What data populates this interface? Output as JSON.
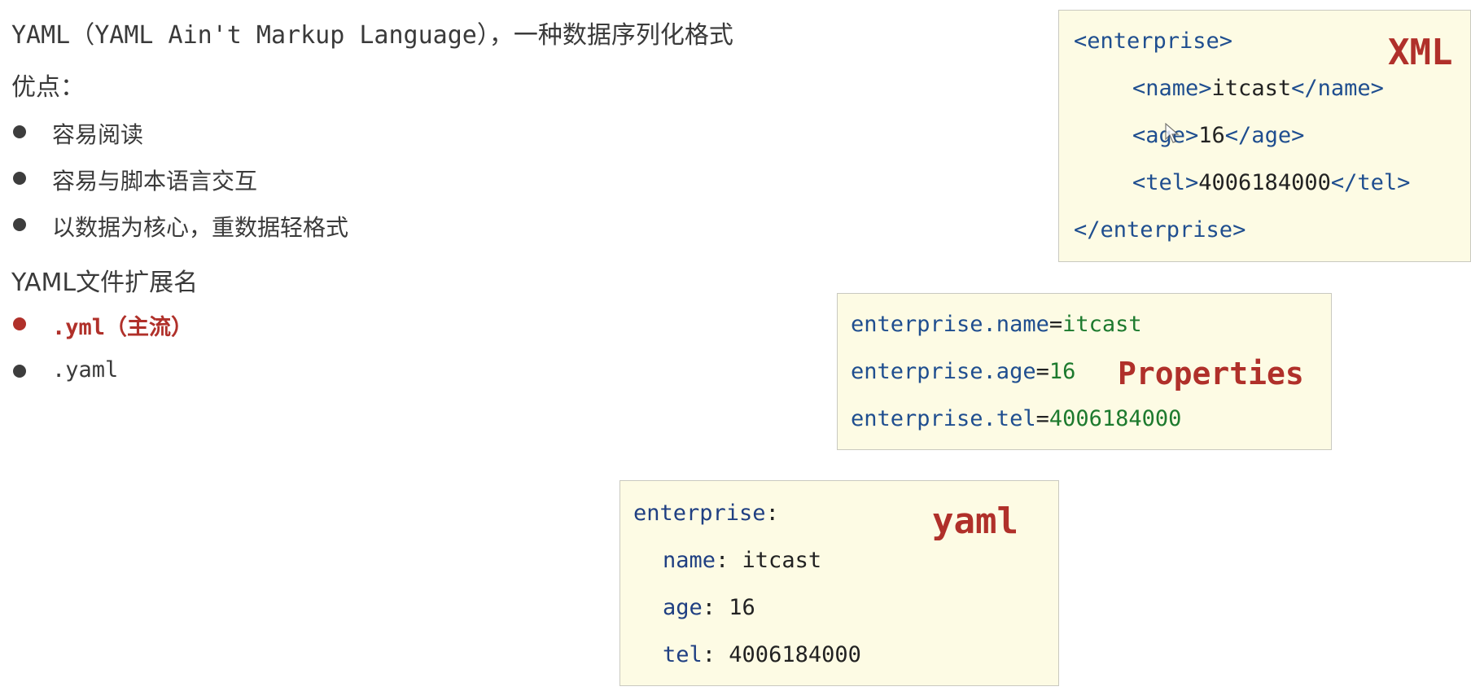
{
  "intro": {
    "title": "YAML（YAML Ain't Markup Language），一种数据序列化格式",
    "advantages_heading": "优点：",
    "advantages": [
      "容易阅读",
      "容易与脚本语言交互",
      "以数据为核心，重数据轻格式"
    ],
    "ext_heading": "YAML文件扩展名",
    "extensions": [
      {
        "text": ".yml（主流）",
        "highlight": true
      },
      {
        "text": ".yaml",
        "highlight": false
      }
    ]
  },
  "xml_box": {
    "label": "XML",
    "open_tag": "<enterprise>",
    "close_tag": "</enterprise>",
    "name_open": "<name>",
    "name_value": "itcast",
    "name_close": "</name>",
    "age_open": "<age>",
    "age_value": "16",
    "age_close": "</age>",
    "tel_open": "<tel>",
    "tel_value": "4006184000",
    "tel_close": "</tel>"
  },
  "properties_box": {
    "label": "Properties",
    "lines": [
      {
        "key": "enterprise.name",
        "value": "itcast"
      },
      {
        "key": "enterprise.age",
        "value": "16"
      },
      {
        "key": "enterprise.tel",
        "value": "4006184000"
      }
    ]
  },
  "yaml_box": {
    "label": "yaml",
    "root_key": "enterprise",
    "lines": [
      {
        "key": "name",
        "value": "itcast"
      },
      {
        "key": "age",
        "value": "16"
      },
      {
        "key": "tel",
        "value": "4006184000"
      }
    ]
  },
  "colors": {
    "highlight": "#b0302a",
    "code_bg": "#fdfbe4",
    "tag": "#1f4e8f",
    "value": "#1d7a2e"
  }
}
